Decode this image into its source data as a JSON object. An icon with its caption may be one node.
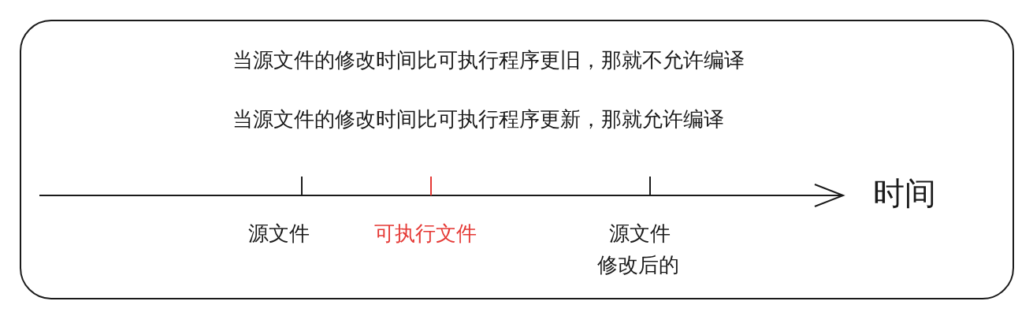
{
  "diagram": {
    "labels": [
      "当源文件的修改时间比可执行程序更旧，那就不允许编译",
      "当源文件的修改时间比可执行程序更新，那就允许编译",
      "时间",
      "源文件",
      "可执行文件",
      "源文件",
      "修改后的"
    ]
  }
}
